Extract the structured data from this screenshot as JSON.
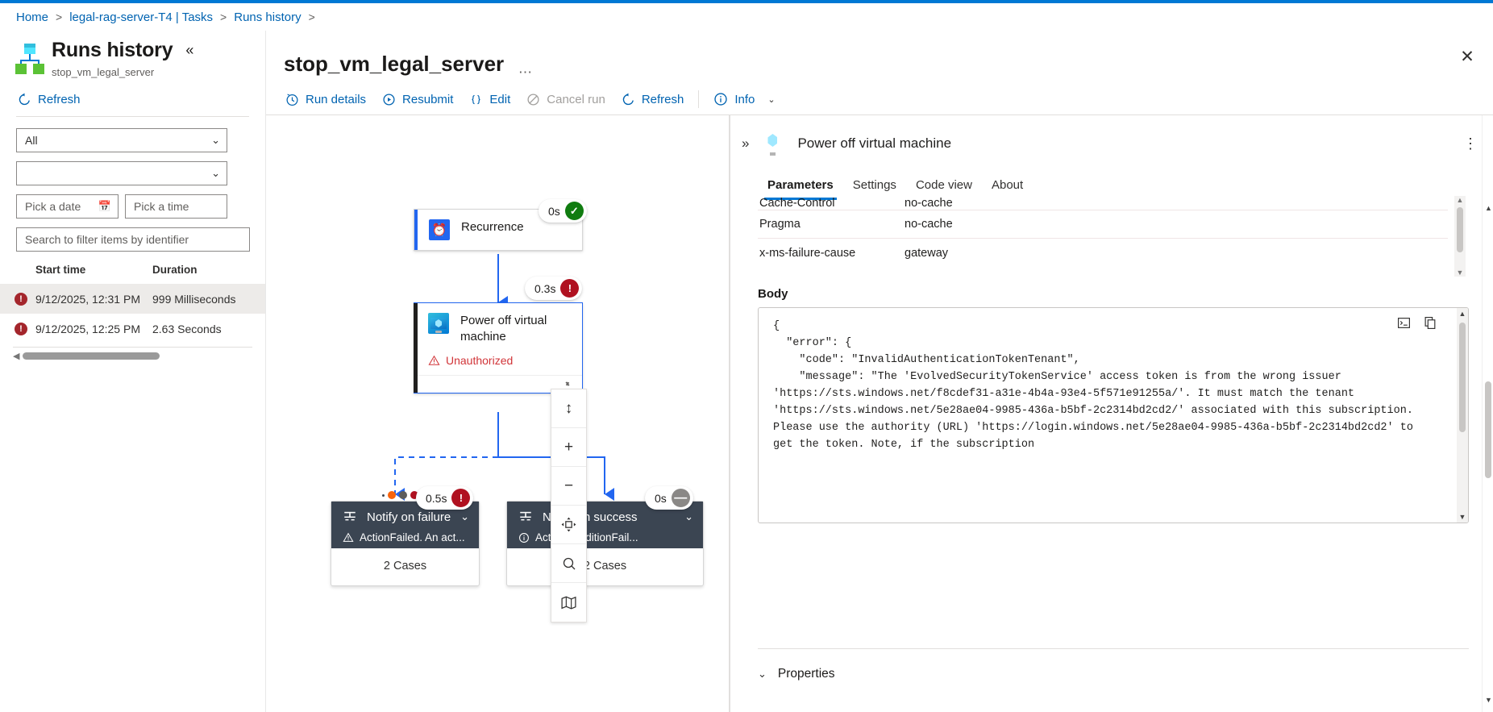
{
  "breadcrumb": {
    "items": [
      {
        "label": "Home"
      },
      {
        "label": "legal-rag-server-T4 | Tasks"
      },
      {
        "label": "Runs history"
      }
    ],
    "separator": ">"
  },
  "sidebar": {
    "title": "Runs history",
    "subtitle": "stop_vm_legal_server",
    "collapse_icon": "«",
    "refresh_label": "Refresh",
    "refresh_icon": "refresh-icon",
    "filters": {
      "status_value": "All",
      "status_chevron": "⌄",
      "second_value": "",
      "second_chevron": "⌄",
      "date_placeholder": "Pick a date",
      "date_icon": "calendar-icon",
      "time_placeholder": "Pick a time",
      "search_placeholder": "Search to filter items by identifier"
    },
    "table": {
      "columns": [
        "Start time",
        "Duration"
      ],
      "rows": [
        {
          "status": "error",
          "status_glyph": "!",
          "start_time": "9/12/2025, 12:31 PM",
          "duration": "999 Milliseconds",
          "selected": true
        },
        {
          "status": "error",
          "status_glyph": "!",
          "start_time": "9/12/2025, 12:25 PM",
          "duration": "2.63 Seconds",
          "selected": false
        }
      ]
    },
    "hscroll_arrow": "◀"
  },
  "center": {
    "flow_title": "stop_vm_legal_server",
    "overflow_glyph": "⋯",
    "close_glyph": "✕",
    "toolbar": [
      {
        "label": "Run details",
        "icon": "run-history-icon",
        "disabled": false
      },
      {
        "label": "Resubmit",
        "icon": "resubmit-icon",
        "disabled": false
      },
      {
        "label": "Edit",
        "icon": "code-braces-icon",
        "disabled": false
      },
      {
        "label": "Cancel run",
        "icon": "cancel-icon",
        "disabled": true
      },
      {
        "label": "Refresh",
        "icon": "refresh-icon",
        "disabled": false
      }
    ],
    "info": {
      "label": "Info",
      "icon": "info-icon",
      "chevron": "⌄"
    }
  },
  "flow": {
    "nodes": [
      {
        "id": "recurrence",
        "title": "Recurrence",
        "icon": "clock-icon",
        "duration": "0s",
        "status": "succeeded",
        "status_glyph": "✓"
      },
      {
        "id": "power-off-vm",
        "title": "Power off virtual machine",
        "icon": "virtual-machine-icon",
        "duration": "0.3s",
        "status": "failed",
        "status_glyph": "!",
        "error_text": "Unauthorized",
        "error_icon": "warning-icon",
        "footer_icon": "link-icon"
      },
      {
        "id": "notify-on-failure",
        "title": "Notify on failure",
        "icon": "switch-icon",
        "duration": "0.5s",
        "status": "failed",
        "status_glyph": "!",
        "sub_text": "ActionFailed. An act...",
        "sub_icon": "warning-icon",
        "chevron": "⌄",
        "cases_label": "2 Cases"
      },
      {
        "id": "notify-on-success",
        "title": "Notify on success",
        "icon": "switch-icon",
        "duration": "0s",
        "status": "skipped",
        "status_glyph": "—",
        "sub_text": "ActionConditionFail...",
        "sub_icon": "info-icon",
        "chevron": "⌄",
        "cases_label": "2 Cases"
      }
    ],
    "zoom_tools": [
      {
        "icon": "fit-height-icon",
        "glyph": "↕"
      },
      {
        "icon": "zoom-in-icon",
        "glyph": "+"
      },
      {
        "icon": "zoom-out-icon",
        "glyph": "−"
      },
      {
        "icon": "fit-to-screen-icon",
        "glyph": "⬚"
      },
      {
        "icon": "search-icon",
        "glyph": "⌕"
      },
      {
        "icon": "minimap-icon",
        "glyph": "▦"
      }
    ]
  },
  "right_panel": {
    "expand_glyph": "»",
    "title": "Power off virtual machine",
    "icon": "virtual-machine-icon",
    "kebab_glyph": "⋮",
    "tabs": [
      {
        "label": "Parameters",
        "active": true
      },
      {
        "label": "Settings",
        "active": false
      },
      {
        "label": "Code view",
        "active": false
      },
      {
        "label": "About",
        "active": false
      }
    ],
    "headers_table": {
      "rows": [
        {
          "key": "Cache-Control",
          "value": "no-cache"
        },
        {
          "key": "Pragma",
          "value": "no-cache"
        },
        {
          "key": "x-ms-failure-cause",
          "value": "gateway"
        }
      ]
    },
    "body_label": "Body",
    "body_json": "{\n  \"error\": {\n    \"code\": \"InvalidAuthenticationTokenTenant\",\n    \"message\": \"The 'EvolvedSecurityTokenService' access token is from the wrong issuer 'https://sts.windows.net/f8cdef31-a31e-4b4a-93e4-5f571e91255a/'. It must match the tenant 'https://sts.windows.net/5e28ae04-9985-436a-b5bf-2c2314bd2cd2/' associated with this subscription. Please use the authority (URL) 'https://login.windows.net/5e28ae04-9985-436a-b5bf-2c2314bd2cd2' to get the token. Note, if the subscription",
    "body_tools": [
      {
        "icon": "expand-json-icon",
        "glyph": "❐"
      },
      {
        "icon": "copy-icon",
        "glyph": "❐"
      }
    ],
    "properties_label": "Properties",
    "properties_chevron": "⌄"
  },
  "colors": {
    "accent": "#0078d4",
    "link": "#0063b1",
    "error": "#a4262c",
    "success": "#107c10",
    "skipped": "#8a8886",
    "node_dark": "#3b4552",
    "edge": "#2266f0"
  }
}
